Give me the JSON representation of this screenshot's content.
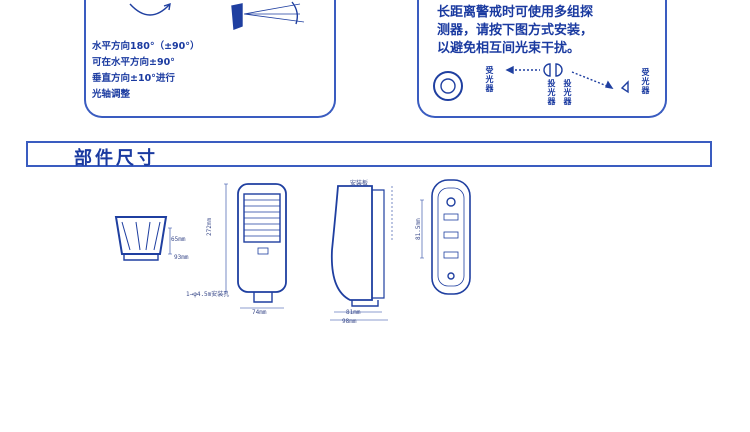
{
  "install_panel_left": {
    "lines": [
      "水平方向180°（±90°）",
      "可在水平方向±90°",
      "垂直方向±10°进行",
      "光轴调整"
    ]
  },
  "install_panel_right": {
    "lines": [
      "长距离警戒时可使用多组探",
      "测器，请按下图方式安装，",
      "以避免相互间光束干扰。"
    ],
    "labels": {
      "receiver": "受光器",
      "emitter": "投光器"
    }
  },
  "section": {
    "title": "部件尺寸"
  },
  "dimensions": {
    "bracket_height": "65mm",
    "bracket_width": "93mm",
    "body_height": "272mm",
    "body_width": "74mm",
    "mount_hole": "1→φ4.5m安装孔",
    "depth_top": "安装板",
    "depth_inner": "81mm",
    "depth_outer": "98mm",
    "hole_spacing": "81.5mm"
  }
}
